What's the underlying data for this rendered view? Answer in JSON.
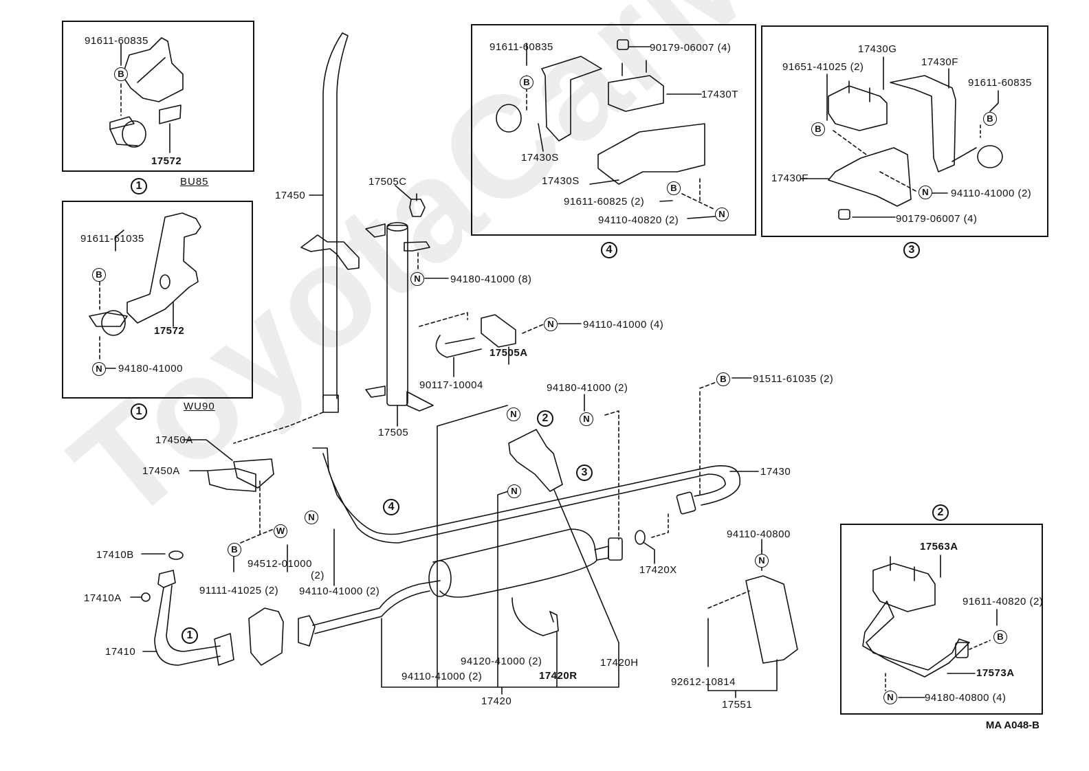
{
  "watermark": "ToyotaCarMiner.ru",
  "diagram_code": "MA A048-B",
  "symbols": {
    "bolt": "B",
    "nut": "N",
    "washer": "W"
  },
  "insets": {
    "bu85": {
      "variant": "BU85",
      "ref": "1",
      "labels": {
        "bolt": "91611-60835",
        "bracket": "17572"
      }
    },
    "wu90": {
      "variant": "WU90",
      "ref": "1",
      "labels": {
        "bolt": "91611-61035",
        "bracket": "17572",
        "nut": "94180-41000"
      }
    },
    "ref4": {
      "ref": "4",
      "labels": {
        "bolt_top": "91611-60835",
        "nut_top": "90179-06007 (4)",
        "mount": "17430T",
        "bracket_a": "17430S",
        "bracket_b": "17430S",
        "bolt_bottom": "91611-60825 (2)",
        "nut_bottom": "94110-40820 (2)"
      }
    },
    "ref3": {
      "ref": "3",
      "labels": {
        "mount": "17430G",
        "bolt_left": "91651-41025 (2)",
        "bracket_top": "17430F",
        "bolt_right": "91611-60835",
        "bracket_bottom": "17430F",
        "nut": "94110-41000 (2)",
        "nut_bottom": "90179-06007 (4)"
      }
    },
    "ref2": {
      "ref": "2",
      "labels": {
        "mount": "17563A",
        "bolt": "91611-40820 (2)",
        "bracket": "17573A",
        "nut": "94180-40800 (4)"
      }
    }
  },
  "main": {
    "labels": {
      "tail_pipe": "17450",
      "mount_rubber": "17505C",
      "nut_8": "94180-41000 (8)",
      "nut_4": "94110-41000 (4)",
      "ubolt": "90117-10004",
      "clamp_bracket": "17505A",
      "support": "17505",
      "nut_2a": "94180-41000 (2)",
      "bolt_91511": "91511-61035 (2)",
      "clamp_a1": "17450A",
      "clamp_a2": "17450A",
      "exhaust_pipe": "17430",
      "gasket_x": "17420X",
      "gasket_b": "17410B",
      "washer_part": "94512-01000",
      "washer_qty": "(2)",
      "bolt_91111": "91111-41025 (2)",
      "nut_94110_2": "94110-41000 (2)",
      "nut_a": "17410A",
      "front_pipe": "17410",
      "nut_94110_40800": "94110-40800",
      "nut_94120": "94120-41000 (2)",
      "nut_94110_b": "94110-41000 (2)",
      "muffler_h": "17420H",
      "clamp_r": "17420R",
      "muffler_assy": "17420",
      "screw": "92612-10814",
      "protector": "17551"
    },
    "refs": {
      "r1": "1",
      "r2": "2",
      "r3": "3",
      "r4": "4"
    }
  }
}
